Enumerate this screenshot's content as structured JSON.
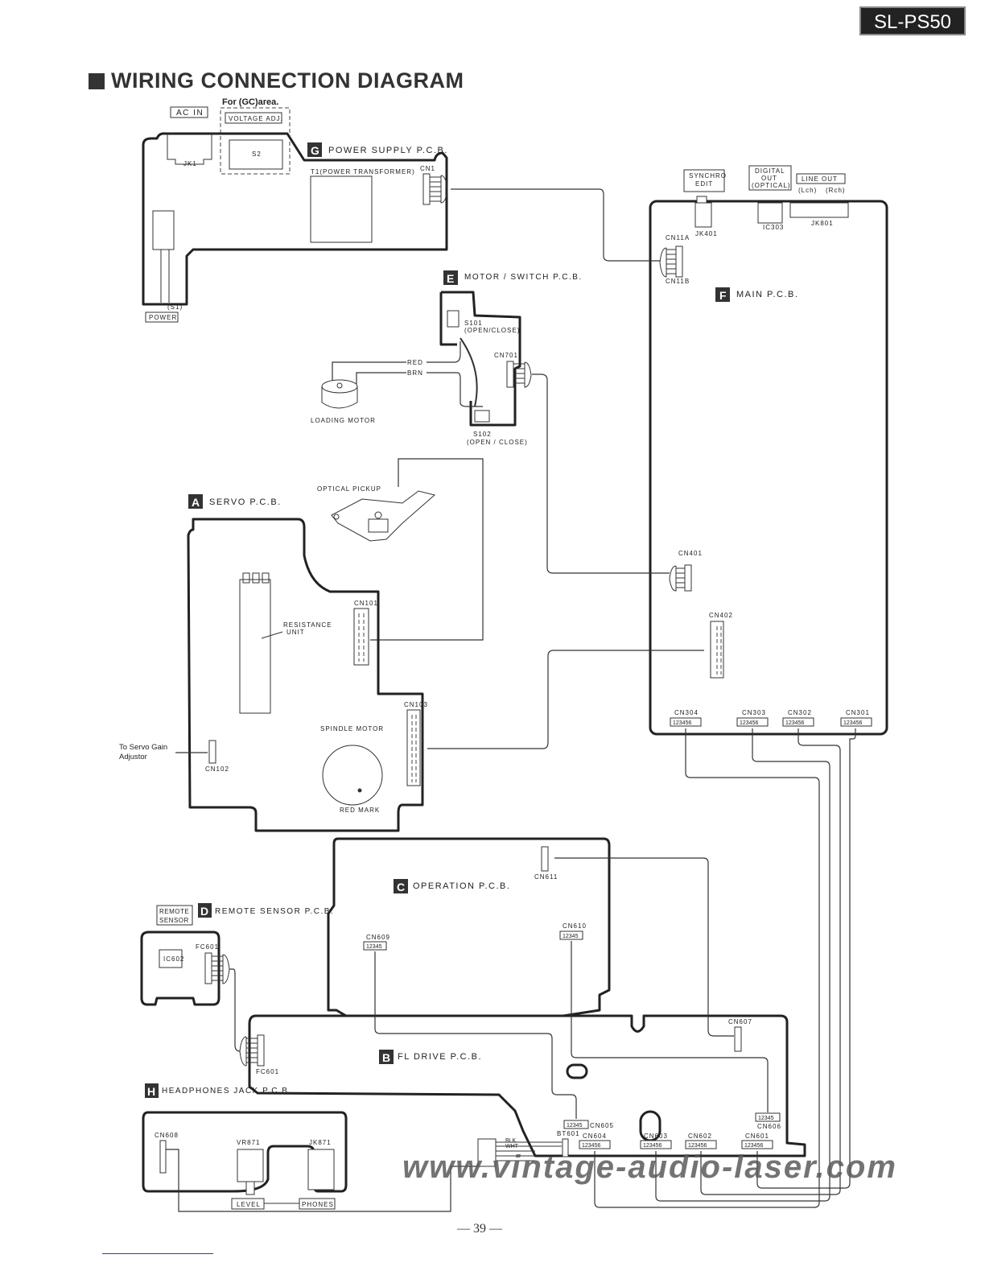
{
  "model_badge": "SL-PS50",
  "title": "WIRING CONNECTION DIAGRAM",
  "page_number": "— 39 —",
  "watermark": "www.vintage-audio-laser.com",
  "boards": {
    "G": {
      "letter": "G",
      "name": "POWER SUPPLY  P.C.B.",
      "ac_in": "AC  IN",
      "for_area": "For (GC)area.",
      "voltage_adj": "VOLTAGE ADJ.",
      "jk1": "JK1",
      "s2": "S2",
      "t1": "T1(POWER  TRANSFORMER)",
      "cn1": "CN1",
      "s1": "(S1)",
      "power": "POWER"
    },
    "F": {
      "letter": "F",
      "name": "MAIN  P.C.B.",
      "synchro": "SYNCHRO",
      "edit": "EDIT",
      "digital": "DIGITAL",
      "out": "OUT",
      "optical": "(OPTICAL)",
      "line_out": "LINE  OUT",
      "lch": "(Lch)",
      "rch": "(Rch)",
      "jk401": "JK401",
      "ic303": "IC303",
      "jk801": "JK801",
      "cn11a": "CN11A",
      "cn11b": "CN11B",
      "cn401": "CN401",
      "cn402": "CN402",
      "cn304": "CN304",
      "cn303": "CN303",
      "cn302": "CN302",
      "cn301": "CN301",
      "pins6": "123456"
    },
    "E": {
      "letter": "E",
      "name": "MOTOR / SWITCH  P.C.B.",
      "s101": "S101",
      "s101_desc": "(OPEN/CLOSE)",
      "s102": "S102",
      "s102_desc": "(OPEN / CLOSE)",
      "cn701": "CN701",
      "red": "RED",
      "brn": "BRN",
      "loading_motor": "LOADING  MOTOR"
    },
    "A": {
      "letter": "A",
      "name": "SERVO  P.C.B.",
      "optical_pickup": "OPTICAL  PICKUP",
      "resistance": "RESISTANCE",
      "unit": "UNIT",
      "cn101": "CN101",
      "cn103": "CN103",
      "cn102": "CN102",
      "spindle_motor": "SPINDLE  MOTOR",
      "red_mark": "RED  MARK",
      "servo_gain_1": "To Servo Gain",
      "servo_gain_2": "Adjustor"
    },
    "C": {
      "letter": "C",
      "name": "OPERATION  P.C.B.",
      "cn611": "CN611",
      "cn609": "CN609",
      "cn610": "CN610",
      "pins5": "12345"
    },
    "D": {
      "letter": "D",
      "name": "REMOTE  SENSOR  P.C.B.",
      "remote": "REMOTE",
      "sensor": "SENSOR",
      "ic602": "IC602",
      "fc601": "FC601"
    },
    "B": {
      "letter": "B",
      "name": "FL  DRIVE  P.C.B.",
      "fc601": "FC601",
      "cn607": "CN607",
      "cn605": "CN605",
      "cn606": "CN606",
      "bt601": "BT601",
      "cn604": "CN604",
      "cn603": "CN603",
      "cn602": "CN602",
      "cn601": "CN601",
      "blk": "BLK",
      "wht": "WHT"
    },
    "H": {
      "letter": "H",
      "name": "HEADPHONES  JACK  P.C.B.",
      "cn608": "CN608",
      "vr871": "VR871",
      "jk871": "JK871",
      "level": "LEVEL",
      "phones": "PHONES"
    }
  }
}
